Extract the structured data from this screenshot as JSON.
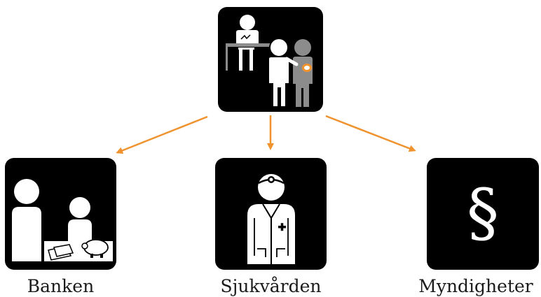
{
  "diagram": {
    "root": {
      "icon": "interpreter-meeting-icon"
    },
    "children": [
      {
        "label": "Banken",
        "icon": "bank-savings-icon"
      },
      {
        "label": "Sjukvården",
        "icon": "doctor-icon"
      },
      {
        "label": "Myndigheter",
        "icon": "section-sign-icon",
        "glyph": "§"
      }
    ],
    "colors": {
      "arrow": "#F0922E",
      "tile": "#000000",
      "figure": "#ffffff",
      "figure_secondary": "#8c8c8c",
      "speech_bubble": "#F0922E"
    }
  }
}
